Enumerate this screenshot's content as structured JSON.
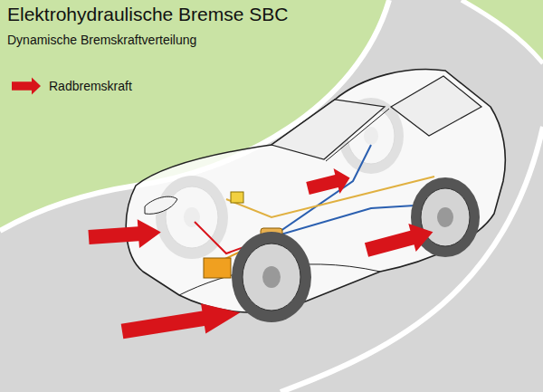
{
  "diagram": {
    "title": "Elektrohydraulische Bremse SBC",
    "labels": [
      "Dynamische Bremskraftverteilung"
    ],
    "legend": [
      {
        "text": "Radbremskraft"
      }
    ]
  }
}
